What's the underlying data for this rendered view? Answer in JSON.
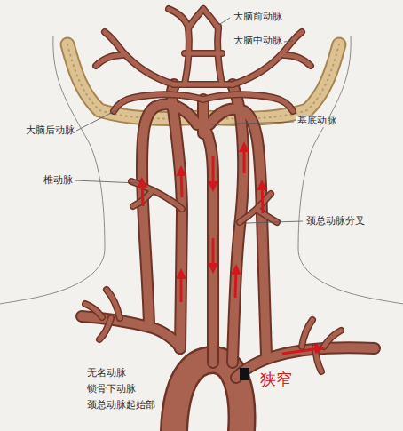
{
  "diagram": {
    "labels": [
      "大脑前动脉",
      "大脑中动脉",
      "基底动脉",
      "大脑后动脉",
      "椎动脉",
      "颈总动脉分叉",
      "无名动脉",
      "锁骨下动脉",
      "颈总动脉起始部",
      "狭窄"
    ]
  }
}
